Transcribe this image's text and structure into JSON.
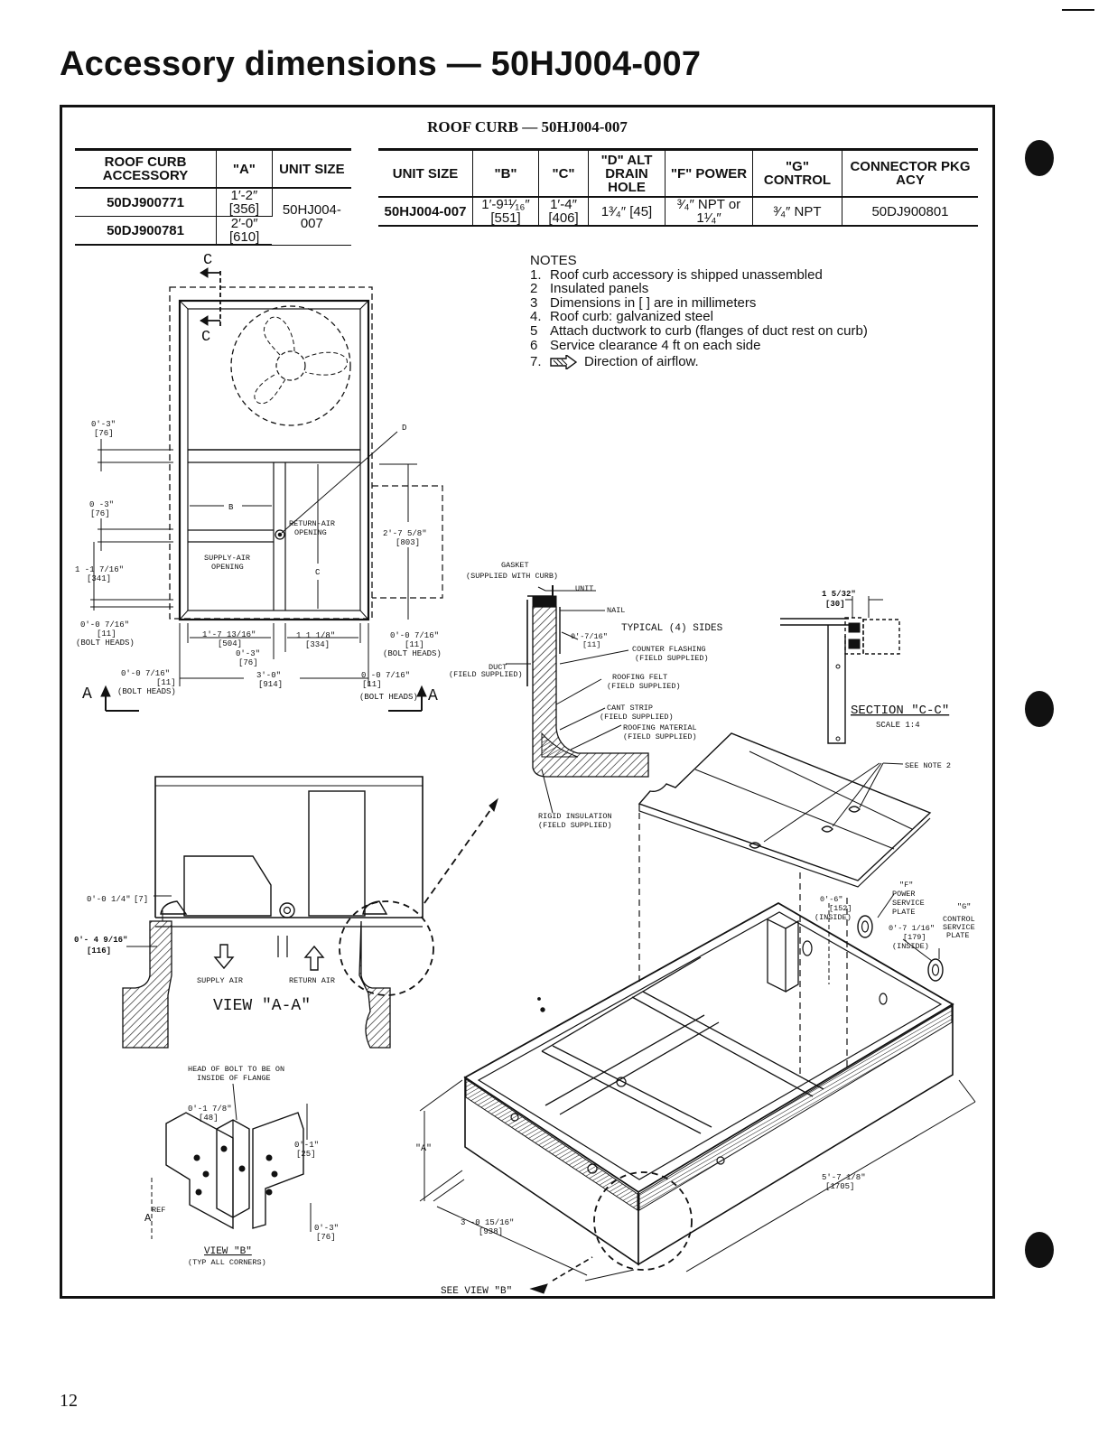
{
  "page_title": "Accessory dimensions — 50HJ004-007",
  "roof_curb_title": "ROOF CURB — 50HJ004-007",
  "accessory_table": {
    "headers": [
      "ROOF CURB ACCESSORY",
      "\"A\"",
      "UNIT SIZE"
    ],
    "rows": [
      {
        "accessory": "50DJ900771",
        "a": "1′-2″ [356]"
      },
      {
        "accessory": "50DJ900781",
        "a": "2′-0″ [610]"
      }
    ],
    "unit_size": "50HJ004-007"
  },
  "dimension_table": {
    "headers": [
      "UNIT SIZE",
      "\"B\"",
      "\"C\"",
      "\"D\" ALT DRAIN HOLE",
      "\"F\" POWER",
      "\"G\" CONTROL",
      "CONNECTOR PKG ACY"
    ],
    "row": [
      "50HJ004-007",
      "1′-9¹¹⁄₁₆″ [551]",
      "1′-4″ [406]",
      "1³⁄₄″ [45]",
      "³⁄₄″ NPT or 1¹⁄₄″",
      "³⁄₄″ NPT",
      "50DJ900801"
    ]
  },
  "notes": {
    "heading": "NOTES",
    "items": [
      {
        "num": "1.",
        "text": "Roof curb accessory is shipped unassembled"
      },
      {
        "num": "2",
        "text": "Insulated panels"
      },
      {
        "num": "3",
        "text": "Dimensions in [   ] are in millimeters"
      },
      {
        "num": "4.",
        "text": "Roof curb: galvanized steel"
      },
      {
        "num": "5",
        "text": "Attach ductwork to curb (flanges of duct rest on curb)"
      },
      {
        "num": "6",
        "text": "Service clearance 4 ft on each side"
      },
      {
        "num": "7.",
        "text": "Direction of airflow."
      }
    ]
  },
  "plan_labels": {
    "section_c_top": "C",
    "section_c_bottom": "C",
    "d": "D",
    "b": "B",
    "c": "C",
    "return_air": "RETURN-AIR",
    "return_air_2": "OPENING",
    "supply_air": "SUPPLY-AIR",
    "supply_air_2": "OPENING",
    "dim_03_top": "0′-3″",
    "dim_03_top_mm": "[76]",
    "dim_03_mid": "0 -3″",
    "dim_03_mid_mm": "[76]",
    "dim_1_1_7_16": "1 -1 7/16″",
    "dim_1_1_7_16_mm": "[341]",
    "dim_2_7_5_8": "2′-7 5/8″",
    "dim_2_7_5_8_mm": "[803]",
    "dim_0_0_7_16_l": "0′-0 7/16″",
    "dim_0_0_7_16_l_mm": "[11]",
    "bolt_heads_l": "(BOLT HEADS)",
    "dim_1_7_13_16": "1′-7 13/16″",
    "dim_1_7_13_16_mm": "[504]",
    "dim_0_3_b": "0′-3″",
    "dim_0_3_b_mm": "[76]",
    "dim_1_1_1_8": "1 1 1/8″",
    "dim_1_1_1_8_mm": "[334]",
    "dim_0_0_7_16_r": "0′-0 7/16″",
    "dim_0_0_7_16_r_mm": "[11]",
    "bolt_heads_r": "(BOLT HEADS)",
    "dim_0_0_7_16_bl": "0′-0 7/16″",
    "dim_0_0_7_16_bl_mm": "[11]",
    "bolt_heads_bl": "(BOLT HEADS)",
    "dim_3_0": "3′-0″",
    "dim_3_0_mm": "[914]",
    "dim_0_0_7_16_br": "0′-0 7/16″",
    "dim_0_0_7_16_br_mm": "[11]",
    "bolt_heads_br": "(BOLT HEADS)",
    "section_a_left": "A",
    "section_a_right": "A"
  },
  "detail_labels": {
    "gasket": "GASKET",
    "gasket_2": "(SUPPLIED WITH CURB)",
    "unit": "UNIT",
    "nail": "NAIL",
    "typical_sides": "TYPICAL (4) SIDES",
    "dim_0_7_16": "0′-7/16″",
    "dim_0_7_16_mm": "[11]",
    "counter_flashing": "COUNTER FLASHING",
    "counter_flashing_2": "(FIELD SUPPLIED)",
    "duct": "DUCT",
    "duct_2": "(FIELD SUPPLIED)",
    "roofing_felt": "ROOFING FELT",
    "roofing_felt_2": "(FIELD SUPPLIED)",
    "cant_strip": "CANT STRIP",
    "cant_strip_2": "(FIELD SUPPLIED)",
    "roofing_material": "ROOFING MATERIAL",
    "roofing_material_2": "(FIELD SUPPLIED)",
    "rigid_insulation": "RIGID INSULATION",
    "rigid_insulation_2": "(FIELD SUPPLIED)",
    "section_cc_dim": "1 5/32″",
    "section_cc_dim_mm": "[30]",
    "section_cc": "SECTION \"C-C\"",
    "section_cc_scale": "SCALE 1:4"
  },
  "view_aa_labels": {
    "dim_0_0_1_4": "0′-0 1/4″",
    "dim_0_0_1_4_mm": "[7]",
    "dim_0_4_9_16": "0′- 4 9/16″",
    "dim_0_4_9_16_mm": "[116]",
    "supply_air": "SUPPLY AIR",
    "return_air": "RETURN AIR",
    "title": "VIEW \"A-A\""
  },
  "view_b_labels": {
    "head_of_bolt": "HEAD OF BOLT TO BE ON",
    "head_of_bolt_2": "INSIDE OF FLANGE",
    "dim_0_1_7_8": "0′-1 7/8″",
    "dim_0_1_7_8_mm": "[48]",
    "dim_0_1": "0′-1″",
    "dim_0_1_mm": "[25]",
    "a_ref": "A",
    "ref": "REF",
    "dim_0_3": "0′-3″",
    "dim_0_3_mm": "[76]",
    "title": "VIEW \"B\"",
    "subtitle": "(TYP  ALL CORNERS)"
  },
  "iso_labels": {
    "see_note_2": "SEE NOTE 2",
    "f": "\"F\"",
    "power_service_plate": "POWER",
    "power_service_plate_2": "SERVICE",
    "power_service_plate_3": "PLATE",
    "g": "\"G\"",
    "control_service_plate": "CONTROL",
    "control_service_plate_2": "SERVICE",
    "control_service_plate_3": "PLATE",
    "dim_0_6": "0′-6″",
    "dim_0_6_mm": "[152]",
    "inside_1": "(INSIDE)",
    "dim_0_7_1_16": "0′-7 1/16″",
    "dim_0_7_1_16_mm": "[179]",
    "inside_2": "(INSIDE)",
    "a": "\"A\"",
    "dim_5_7_1_8": "5′-7 1/8″",
    "dim_5_7_1_8_mm": "[1705]",
    "dim_3_0_15_16": "3 -0 15/16″",
    "dim_3_0_15_16_mm": "[938]",
    "see_view_b": "SEE VIEW \"B\""
  },
  "page_number": "12"
}
